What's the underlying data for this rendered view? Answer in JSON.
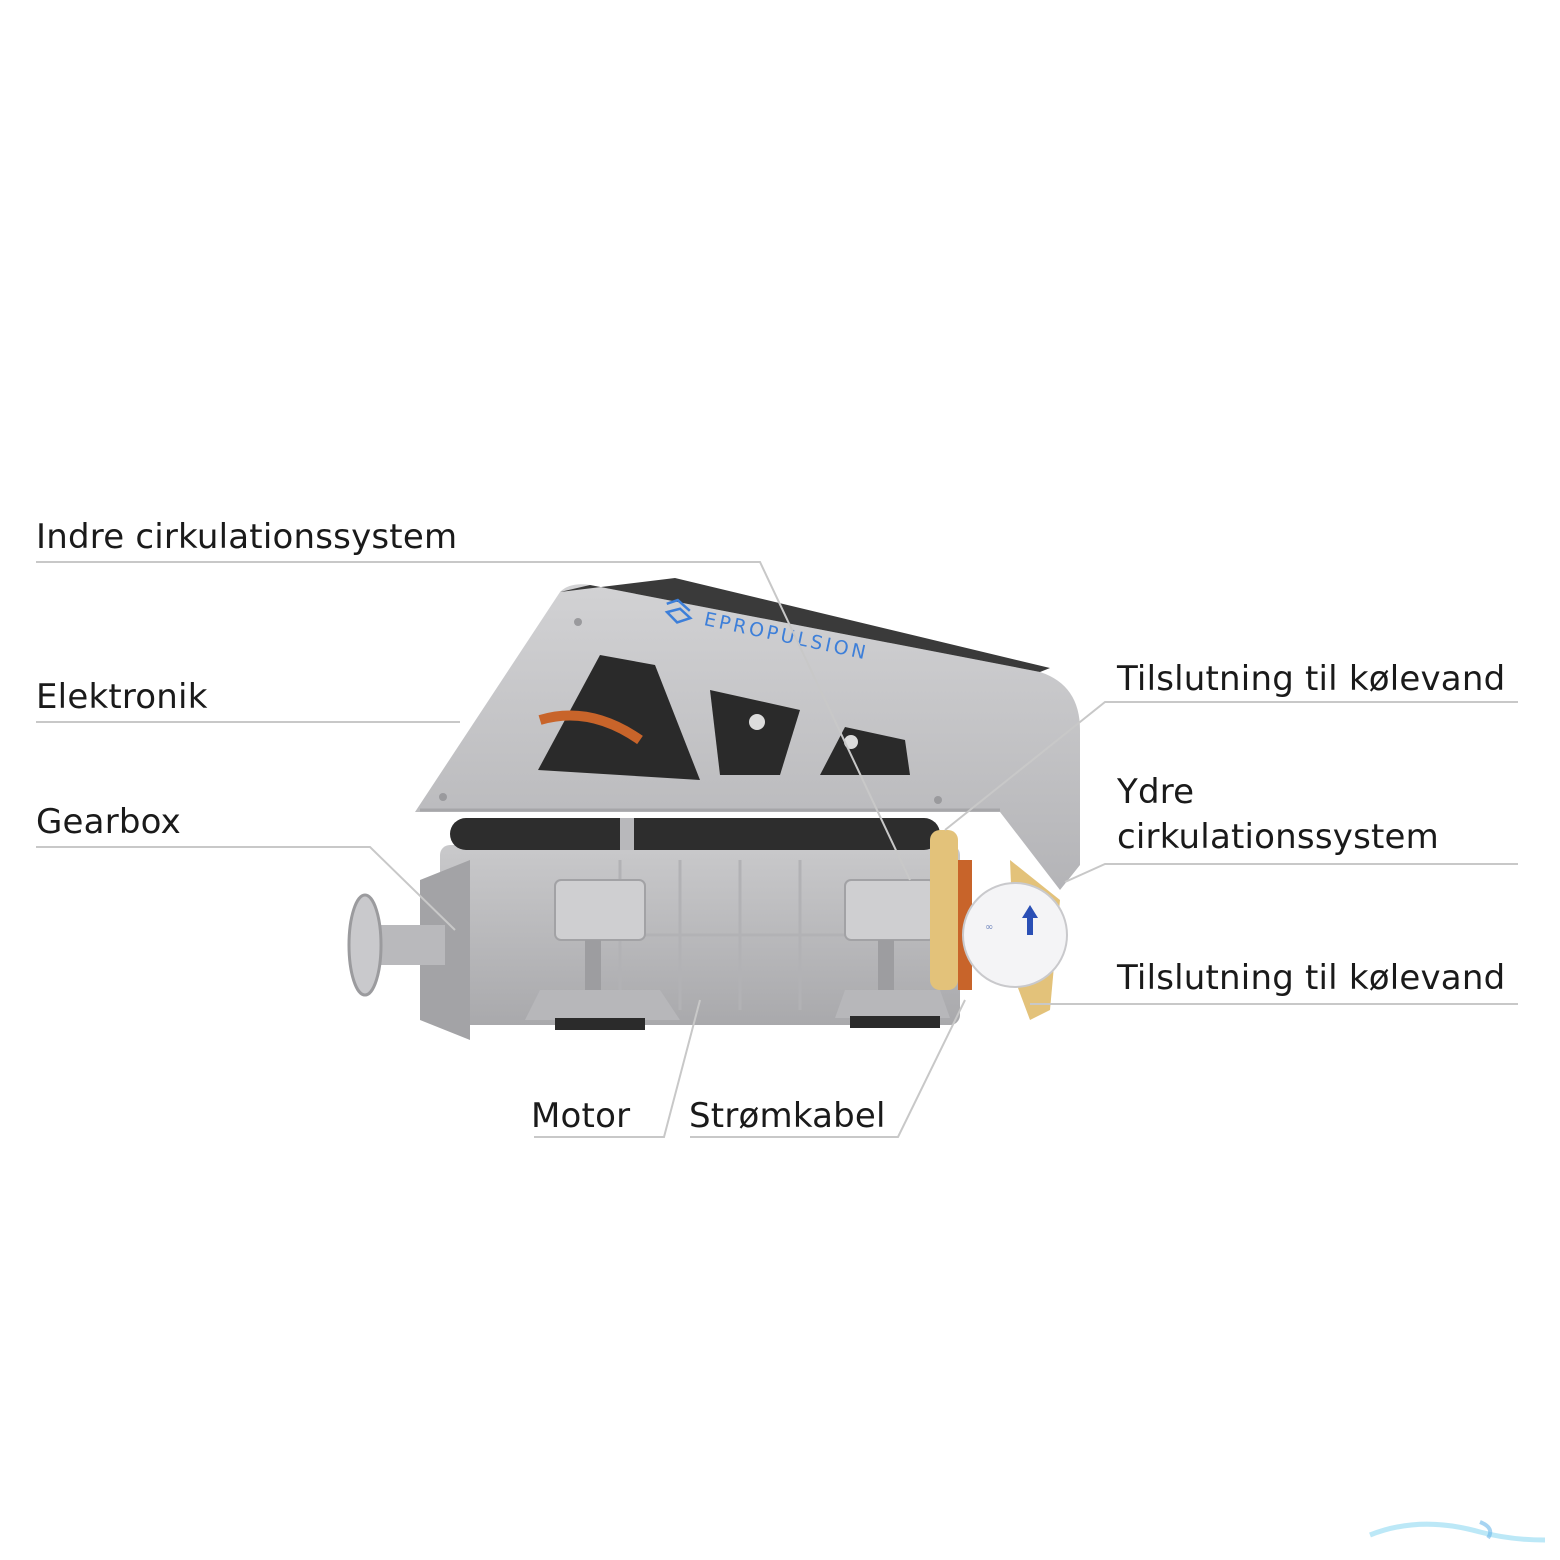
{
  "diagram": {
    "brand_text": "EPROPULSION",
    "colors": {
      "label_text": "#1a1a1a",
      "leader_line": "#c8c8c8",
      "housing": "#bfbfc1",
      "housing_dark": "#9c9ca0",
      "window": "#2a2a2a",
      "brand_blue": "#3d7fd9",
      "brass": "#e3c27a",
      "copper": "#c8642a"
    },
    "labels": [
      {
        "id": "indre",
        "text": "Indre cirkulationssystem"
      },
      {
        "id": "elektronik",
        "text": "Elektronik"
      },
      {
        "id": "gearbox",
        "text": "Gearbox"
      },
      {
        "id": "tilslutning_top",
        "text": "Tilslutning til kølevand"
      },
      {
        "id": "ydre_line1",
        "text": "Ydre"
      },
      {
        "id": "ydre_line2",
        "text": "cirkulationssystem"
      },
      {
        "id": "tilslutning_bottom",
        "text": "Tilslutning til kølevand"
      },
      {
        "id": "motor",
        "text": "Motor"
      },
      {
        "id": "stromkabel",
        "text": "Strømkabel"
      }
    ]
  }
}
